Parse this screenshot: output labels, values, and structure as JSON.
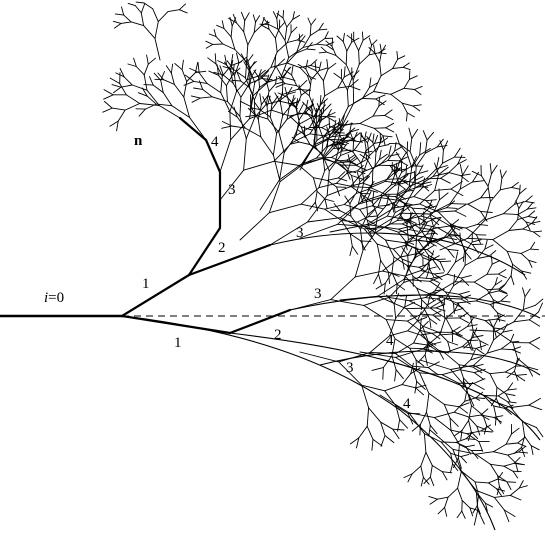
{
  "labels": {
    "root": "i=0",
    "root_italic": "i",
    "root_rest": "=0",
    "path_upper": [
      "1",
      "2",
      "3",
      "4"
    ],
    "path_lower": [
      "1",
      "2",
      "3",
      "4"
    ],
    "branch_upper_side": "3",
    "branch_lower_side": "3",
    "branch_lower_far": "4",
    "end_marker": "n"
  }
}
